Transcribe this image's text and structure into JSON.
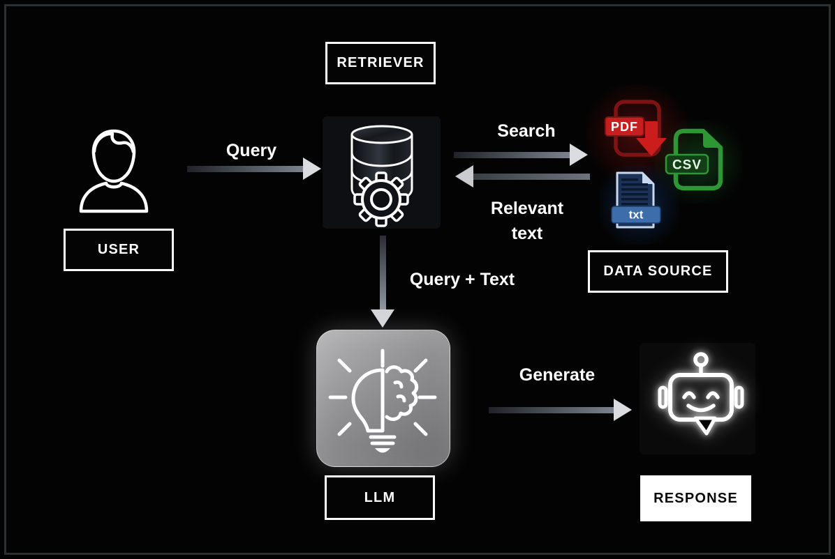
{
  "nodes": {
    "retriever": {
      "label": "RETRIEVER"
    },
    "user": {
      "label": "USER"
    },
    "data_source": {
      "label": "DATA SOURCE"
    },
    "llm": {
      "label": "LLM"
    },
    "response": {
      "label": "RESPONSE"
    }
  },
  "edges": {
    "query": {
      "label": "Query"
    },
    "search": {
      "label": "Search"
    },
    "relevant_text": {
      "line1": "Relevant",
      "line2": "text"
    },
    "query_plus_text": {
      "label": "Query + Text"
    },
    "generate": {
      "label": "Generate"
    }
  },
  "file_icons": {
    "pdf": {
      "label": "PDF"
    },
    "csv": {
      "label": "CSV"
    },
    "txt": {
      "label": "txt"
    }
  },
  "colors": {
    "background": "#030303",
    "frame_border": "#2b3033",
    "box_border": "#ffffff",
    "label_text": "#ffffff",
    "response_bg": "#ffffff",
    "response_text": "#0a0a0a",
    "arrow_head": "#dadcdf",
    "pdf_red": "#c51f1f",
    "csv_green": "#2d9635",
    "txt_blue": "#3e6dab",
    "llm_tile_gray": "#909092"
  }
}
